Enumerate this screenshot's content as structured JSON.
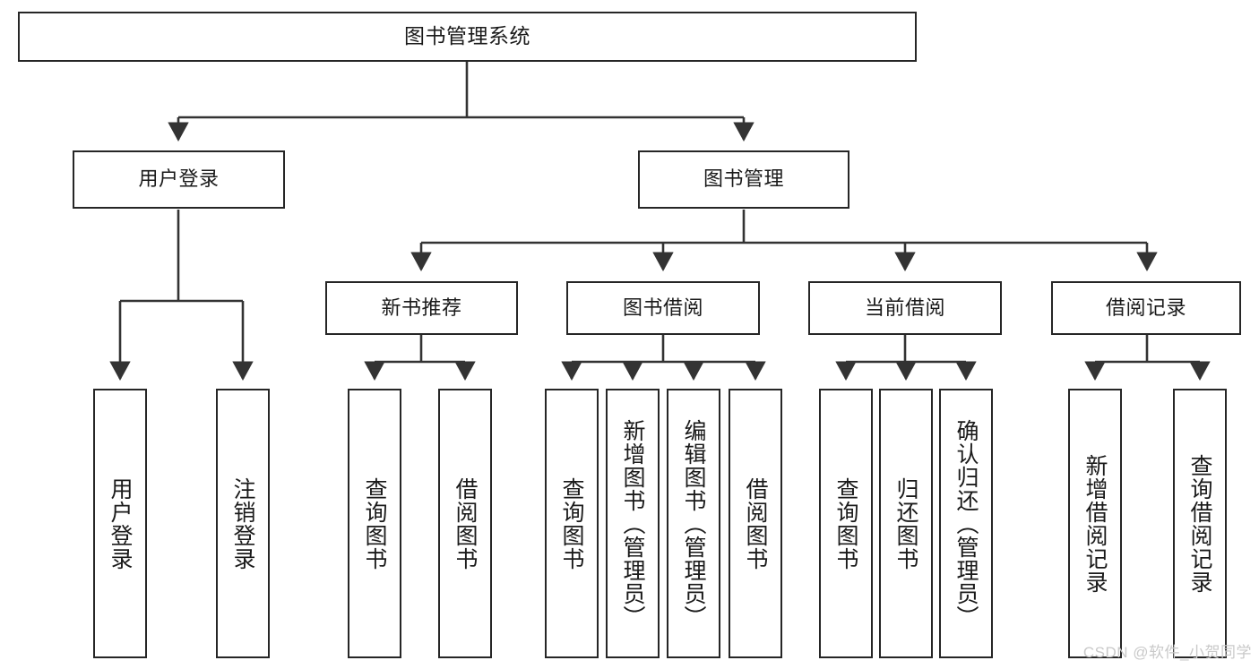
{
  "diagram": {
    "title": "图书管理系统",
    "type": "tree-hierarchy-diagram",
    "colors": {
      "box_border": "#262626",
      "box_fill": "#ffffff",
      "connector": "#3a3a3a",
      "text": "#1a1a1a",
      "watermark": "#c9c9c9"
    },
    "root": {
      "label": "图书管理系统"
    },
    "level2": [
      {
        "key": "user_login",
        "label": "用户登录"
      },
      {
        "key": "book_manage",
        "label": "图书管理"
      }
    ],
    "level3": [
      {
        "key": "new_book_rec",
        "label": "新书推荐"
      },
      {
        "key": "book_borrow",
        "label": "图书借阅"
      },
      {
        "key": "current_borrow",
        "label": "当前借阅"
      },
      {
        "key": "borrow_record",
        "label": "借阅记录"
      }
    ],
    "leaves": {
      "user_login": [
        {
          "label": "用户登录"
        },
        {
          "label": "注销登录"
        }
      ],
      "new_book_rec": [
        {
          "label": "查询图书"
        },
        {
          "label": "借阅图书"
        }
      ],
      "book_borrow": [
        {
          "label": "查询图书"
        },
        {
          "label": "新增图书（管理员）"
        },
        {
          "label": "编辑图书（管理员）"
        },
        {
          "label": "借阅图书"
        }
      ],
      "current_borrow": [
        {
          "label": "查询图书"
        },
        {
          "label": "归还图书"
        },
        {
          "label": "确认归还（管理员）"
        }
      ],
      "borrow_record": [
        {
          "label": "新增借阅记录"
        },
        {
          "label": "查询借阅记录"
        }
      ]
    },
    "watermark": "CSDN @软件_小贺同学"
  }
}
